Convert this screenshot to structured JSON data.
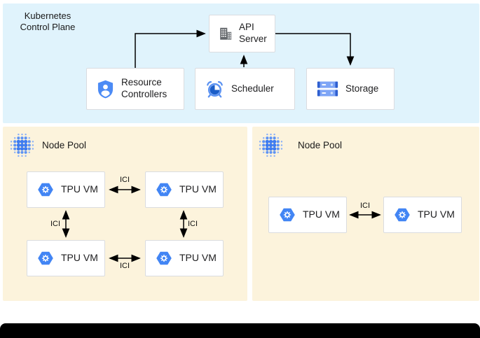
{
  "title": {
    "line1": "Kubernetes",
    "line2": "Control Plane"
  },
  "control_plane": {
    "api_server_label": "API Server",
    "resource_controllers_label": "Resource Controllers",
    "scheduler_label": "Scheduler",
    "storage_label": "Storage"
  },
  "node_pools": {
    "left": {
      "label": "Node Pool",
      "vm1": "TPU VM",
      "vm2": "TPU VM",
      "vm3": "TPU VM",
      "vm4": "TPU VM",
      "ici_top": "ICI",
      "ici_left": "ICI",
      "ici_right": "ICI",
      "ici_bottom": "ICI"
    },
    "right": {
      "label": "Node Pool",
      "vm1": "TPU VM",
      "vm2": "TPU VM",
      "ici": "ICI"
    }
  },
  "icons": {
    "api_server": "building-icon",
    "resource_controllers": "shield-person-icon",
    "scheduler": "alarm-clock-icon",
    "storage": "storage-disks-icon",
    "node_pool": "dot-grid-icon",
    "tpu_vm": "tpu-hexagon-icon"
  },
  "colors": {
    "control_plane_bg": "#E0F3FC",
    "node_pool_bg": "#FCF3DC",
    "accent_blue": "#4285F4",
    "box_border": "#DADCE0",
    "arrow": "#000000",
    "bottom_bar": "#000000"
  }
}
